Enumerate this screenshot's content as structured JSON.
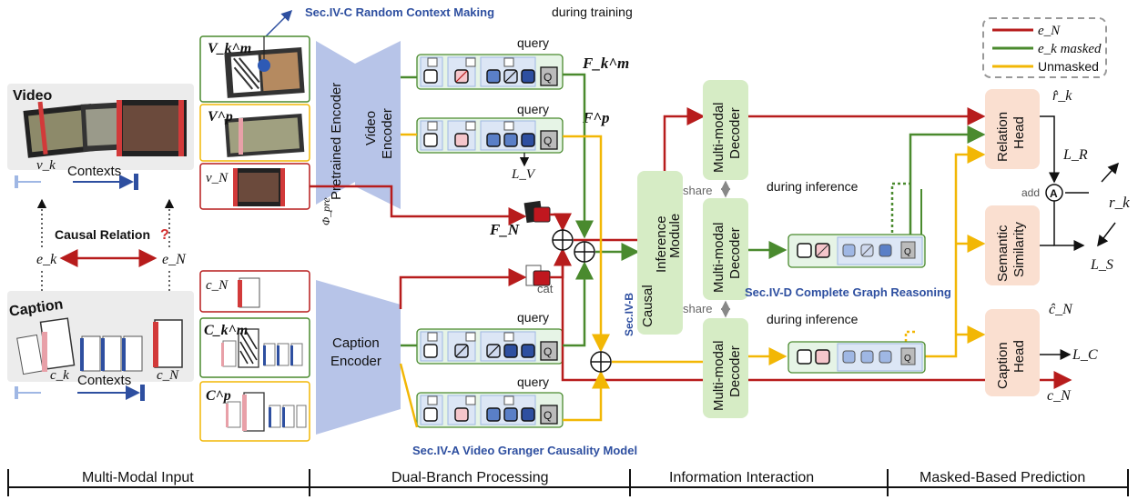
{
  "sections": {
    "random_context": "Sec.IV-C Random Context Making",
    "during_training": "during training",
    "granger": "Sec.IV-A Video Granger Causality Model",
    "graph_reasoning": "Sec.IV-D Complete Graph Reasoning",
    "causal_sec": "Sec.IV-B"
  },
  "legend": {
    "e_n": "e_N",
    "e_k_masked": "e_k masked",
    "e_k_suffix": "masked",
    "unmasked": "Unmasked",
    "colors": {
      "red": "#b71c1c",
      "green": "#4a8a2e",
      "yellow": "#f2b705"
    }
  },
  "input": {
    "video_label": "Video",
    "caption_label": "Caption",
    "v_k": "v_k",
    "v_n": "v_N",
    "contexts_top": "Contexts",
    "contexts_bottom": "Contexts",
    "c_k": "c_k",
    "c_n": "c_N",
    "causal_relation": "Causal Relation",
    "question_mark": "?",
    "e_k": "e_k",
    "e_n": "e_N"
  },
  "encoders": {
    "pretrained": "Pretrained Encoder",
    "phi": "Φ_pre",
    "video_line1": "Video",
    "video_line2": "Encoder",
    "caption_line1": "Caption",
    "caption_line2": "Encoder"
  },
  "boxes": {
    "v_km": "V_k^m",
    "v_p": "V^p",
    "v_n": "v_N",
    "c_n": "c_N",
    "c_km": "C_k^m",
    "c_p": "C^p"
  },
  "features": {
    "query": "query",
    "f_km": "F_k^m",
    "f_p": "F^p",
    "f_n": "F_N",
    "l_v": "L_V",
    "cat": "cat",
    "q": "Q"
  },
  "interaction": {
    "decoder_line1": "Multi-modal",
    "decoder_line2": "Decoder",
    "causal_line1": "Causal",
    "causal_line2": "Inference",
    "causal_line3": "Module",
    "share": "share",
    "during_inference": "during inference"
  },
  "prediction": {
    "relation_line1": "Relation",
    "relation_line2": "Head",
    "semantic_line1": "Semantic",
    "semantic_line2": "Similarity",
    "caption_line1": "Caption",
    "caption_line2": "Head",
    "r_hat": "r̂_k",
    "l_r": "L_R",
    "l_s": "L_S",
    "l_c": "L_C",
    "add": "add",
    "a": "A",
    "r_k": "r_k",
    "c_hat": "ĉ_N",
    "c_n_out": "c_N"
  },
  "stages": [
    "Multi-Modal Input",
    "Dual-Branch Processing",
    "Information Interaction",
    "Masked-Based Prediction"
  ]
}
